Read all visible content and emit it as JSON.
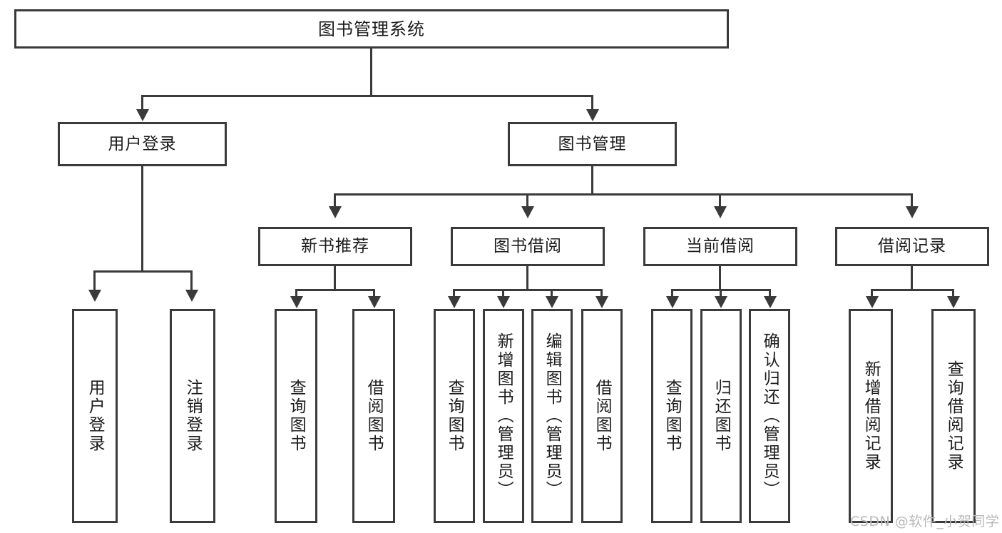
{
  "diagram": {
    "type": "tree",
    "title": "图书管理系统",
    "orientation": "top-down",
    "edge_style": "orthogonal-arrow",
    "colors": {
      "stroke": "#3a3a3a",
      "fill": "#ffffff",
      "text": "#1c1c1c",
      "watermark": "#b9b9b9"
    }
  },
  "root": {
    "label": "图书管理系统"
  },
  "level2": [
    {
      "label": "用户登录"
    },
    {
      "label": "图书管理"
    }
  ],
  "level3": [
    {
      "label": "新书推荐"
    },
    {
      "label": "图书借阅"
    },
    {
      "label": "当前借阅"
    },
    {
      "label": "借阅记录"
    }
  ],
  "leaves": {
    "user_login": [
      {
        "label": "用户登录"
      },
      {
        "label": "注销登录"
      }
    ],
    "new_book_recommend": [
      {
        "label": "查询图书"
      },
      {
        "label": "借阅图书"
      }
    ],
    "book_borrow": [
      {
        "label": "查询图书"
      },
      {
        "label": "新增图书（管理员）"
      },
      {
        "label": "编辑图书（管理员）"
      },
      {
        "label": "借阅图书"
      }
    ],
    "current_borrow": [
      {
        "label": "查询图书"
      },
      {
        "label": "归还图书"
      },
      {
        "label": "确认归还（管理员）"
      }
    ],
    "borrow_record": [
      {
        "label": "新增借阅记录"
      },
      {
        "label": "查询借阅记录"
      }
    ]
  },
  "watermark": {
    "text": "CSDN @软件_小贺同学"
  }
}
